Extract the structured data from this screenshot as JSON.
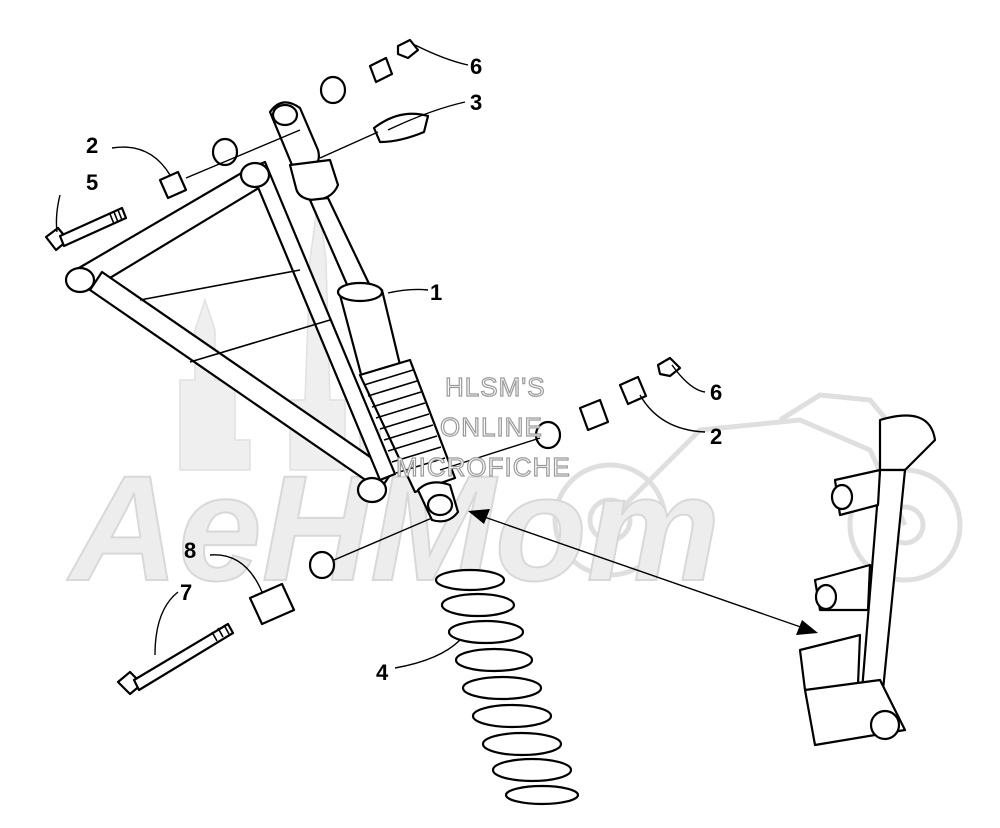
{
  "watermark": {
    "line1": "HLSM'S",
    "line2": "ONLINE",
    "line3": "MICROFICHE"
  },
  "callouts": [
    {
      "id": "1",
      "label": "1"
    },
    {
      "id": "2a",
      "label": "2"
    },
    {
      "id": "2b",
      "label": "2"
    },
    {
      "id": "3",
      "label": "3"
    },
    {
      "id": "4",
      "label": "4"
    },
    {
      "id": "5",
      "label": "5"
    },
    {
      "id": "6a",
      "label": "6"
    },
    {
      "id": "6b",
      "label": "6"
    },
    {
      "id": "7",
      "label": "7"
    },
    {
      "id": "8",
      "label": "8"
    }
  ]
}
